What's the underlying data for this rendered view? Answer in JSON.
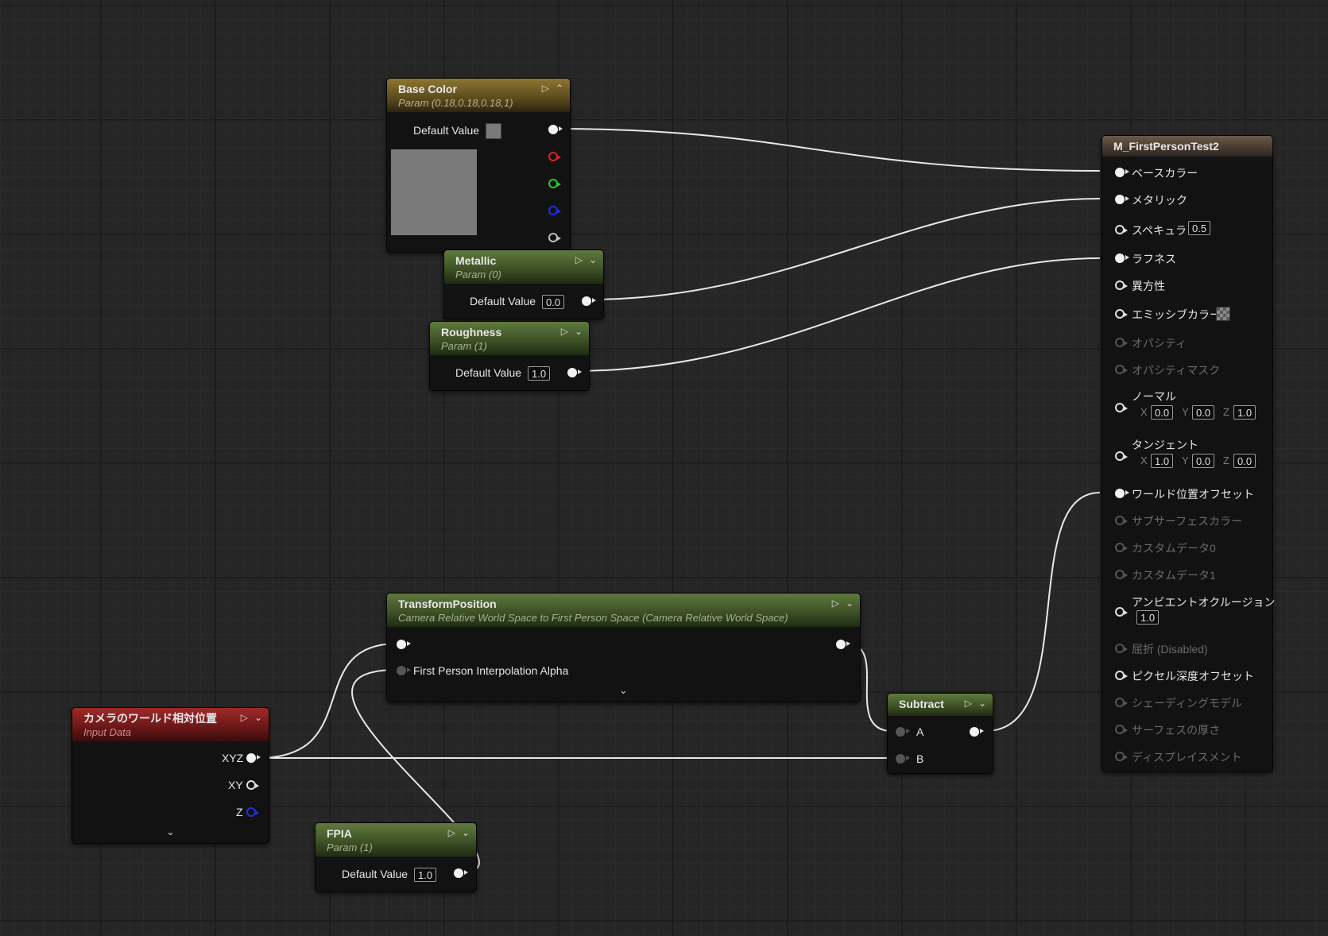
{
  "nodes": {
    "base_color": {
      "title": "Base Color",
      "subtitle": "Param (0.18,0.18,0.18,1)",
      "default_label": "Default Value",
      "color": "#7a7a7a"
    },
    "metallic": {
      "title": "Metallic",
      "subtitle": "Param (0)",
      "default_label": "Default Value",
      "default_value": "0.0"
    },
    "roughness": {
      "title": "Roughness",
      "subtitle": "Param (1)",
      "default_label": "Default Value",
      "default_value": "1.0"
    },
    "transform_position": {
      "title": "TransformPosition",
      "subtitle": "Camera Relative World Space to First Person Space (Camera Relative World Space)",
      "input_label": "First Person Interpolation Alpha"
    },
    "camera_world": {
      "title": "カメラのワールド相対位置",
      "subtitle": "Input Data",
      "outputs": [
        "XYZ",
        "XY",
        "Z"
      ]
    },
    "fpia": {
      "title": "FPIA",
      "subtitle": "Param (1)",
      "default_label": "Default Value",
      "default_value": "1.0"
    },
    "subtract": {
      "title": "Subtract",
      "input_a": "A",
      "input_b": "B"
    },
    "material": {
      "title": "M_FirstPersonTest2",
      "pins": [
        {
          "label": "ベースカラー",
          "state": "connected"
        },
        {
          "label": "メタリック",
          "state": "connected"
        },
        {
          "label": "スペキュラ",
          "state": "enabled",
          "value": "0.5"
        },
        {
          "label": "ラフネス",
          "state": "connected"
        },
        {
          "label": "異方性",
          "state": "enabled"
        },
        {
          "label": "エミッシブカラー",
          "state": "enabled"
        },
        {
          "label": "オパシティ",
          "state": "disabled"
        },
        {
          "label": "オパシティマスク",
          "state": "disabled"
        },
        {
          "label": "ノーマル",
          "state": "enabled",
          "x": "0.0",
          "y": "0.0",
          "z": "1.0"
        },
        {
          "label": "タンジェント",
          "state": "enabled",
          "x": "1.0",
          "y": "0.0",
          "z": "0.0"
        },
        {
          "label": "ワールド位置オフセット",
          "state": "connected"
        },
        {
          "label": "サブサーフェスカラー",
          "state": "disabled"
        },
        {
          "label": "カスタムデータ0",
          "state": "disabled"
        },
        {
          "label": "カスタムデータ1",
          "state": "disabled"
        },
        {
          "label": "アンビエントオクルージョン",
          "state": "enabled",
          "value": "1.0"
        },
        {
          "label": "屈折 (Disabled)",
          "state": "disabled"
        },
        {
          "label": "ピクセル深度オフセット",
          "state": "enabled"
        },
        {
          "label": "シェーディングモデル",
          "state": "disabled"
        },
        {
          "label": "サーフェスの厚さ",
          "state": "disabled"
        },
        {
          "label": "ディスプレイスメント",
          "state": "disabled"
        }
      ],
      "axis_labels": {
        "x": "X",
        "y": "Y",
        "z": "Z"
      }
    }
  },
  "colors": {
    "wire": "#e8e8e8",
    "pin_red": "#e02020",
    "pin_green": "#20d020",
    "pin_blue": "#2030e0",
    "header_param": "#5f7a3e",
    "header_vector": "#8e7630",
    "header_input": "#a02a2a"
  },
  "icons": {
    "preview": "preview-toggle-icon",
    "collapse": "chevron-down-icon",
    "expand": "chevron-up-icon"
  }
}
